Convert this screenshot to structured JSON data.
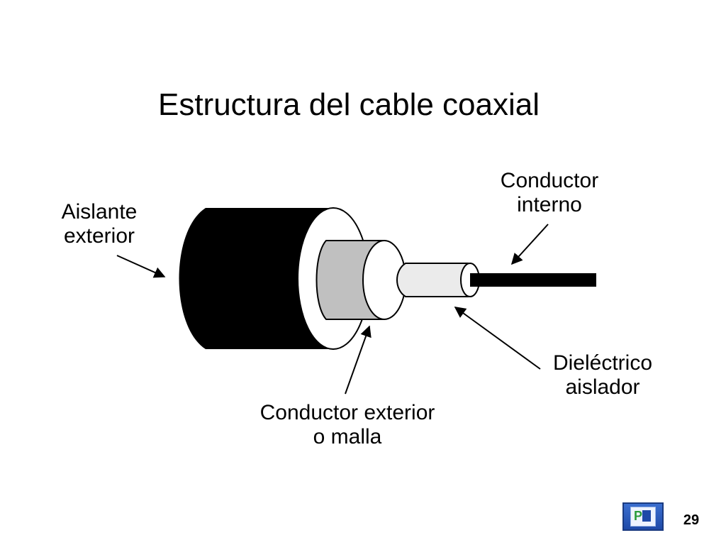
{
  "title": "Estructura del cable coaxial",
  "labels": {
    "aislante_exterior": [
      "Aislante",
      "exterior"
    ],
    "conductor_interno": [
      "Conductor",
      "interno"
    ],
    "dielectrico_aislador": [
      "Dieléctrico",
      "aislador"
    ],
    "conductor_exterior": [
      "Conductor exterior",
      "o malla"
    ]
  },
  "page_number": "29",
  "colors": {
    "outer_insulator": "#000000",
    "braid": "#c0c0c0",
    "dielectric": "#ebebeb",
    "inner_conductor": "#000000"
  },
  "logo_icon": "pi-logo-icon"
}
